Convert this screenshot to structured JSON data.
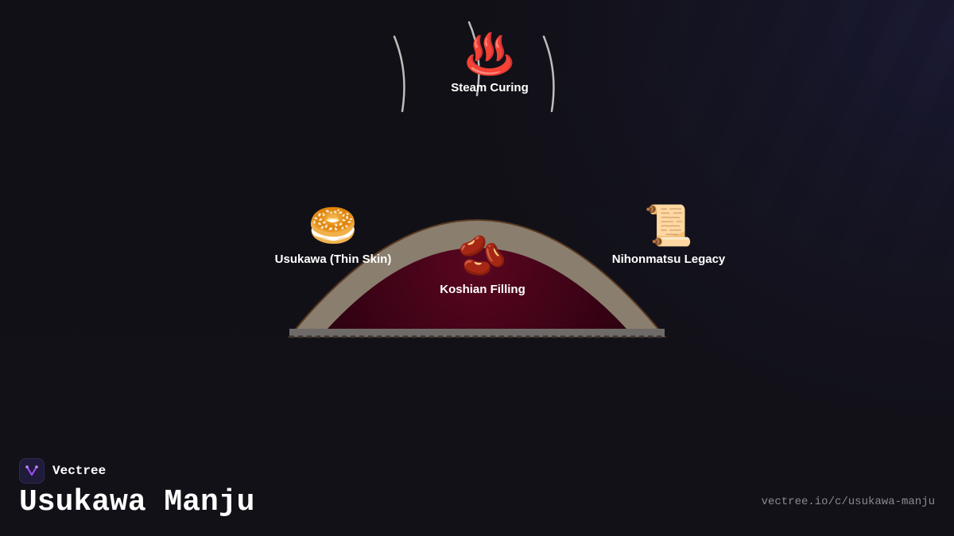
{
  "brand": {
    "name": "Vectree",
    "logo_icon": "vectree-logo-icon",
    "accent": "#a64dff"
  },
  "title": "Usukawa Manju",
  "url": "vectree.io/c/usukawa-manju",
  "diagram": {
    "nodes": [
      {
        "id": "steam",
        "label": "Steam Curing",
        "icon": "hot-springs-icon",
        "glyph": "♨️"
      },
      {
        "id": "skin",
        "label": "Usukawa (Thin Skin)",
        "icon": "bagel-icon",
        "glyph": "🥯"
      },
      {
        "id": "legacy",
        "label": "Nihonmatsu Legacy",
        "icon": "scroll-icon",
        "glyph": "📜"
      },
      {
        "id": "filling",
        "label": "Koshian Filling",
        "icon": "beans-icon",
        "glyph": "🫘"
      }
    ],
    "colors": {
      "skin": "#8a7e6e",
      "filling_outer": "#4a0418",
      "filling_inner": "#2a0010",
      "steam_lines": "#bfbfbf"
    }
  }
}
